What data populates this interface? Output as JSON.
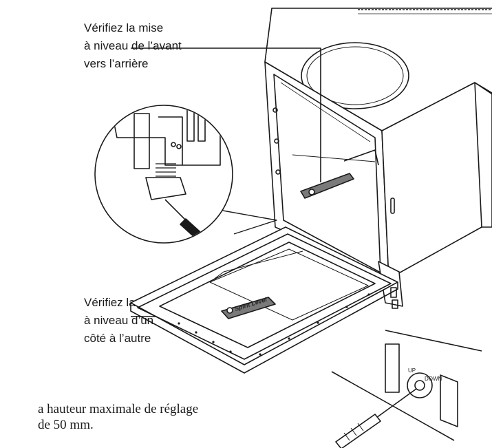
{
  "labels": {
    "front_to_back": "Vérifiez la mise\nà niveau de l’avant\nvers l’arrière",
    "side_to_side": "Vérifiez la mise\nà niveau d’un\ncôté à l’autre"
  },
  "note": "a hauteur maximale de réglage\nde 50 mm.",
  "level_label": "Spirit Level",
  "dial": {
    "up": "UP",
    "down": "DOWN"
  },
  "colors": {
    "line": "#1a1a1a",
    "level_fill": "#7a7a7a",
    "background": "#ffffff"
  }
}
